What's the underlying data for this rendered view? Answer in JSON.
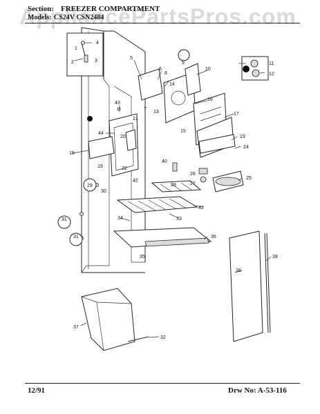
{
  "header": {
    "watermark": "AppliancePartsPros.com",
    "section_label": "Section:",
    "section_title": "FREEZER COMPARTMENT",
    "models_label": "Models:",
    "models_value": "CS24V   CSN2484"
  },
  "footer": {
    "date": "12/91",
    "drawing_no": "Drw No: A-53-116"
  },
  "callouts": [
    "1",
    "2",
    "3",
    "4",
    "5",
    "6",
    "7",
    "8",
    "9",
    "10",
    "11",
    "12",
    "13",
    "14",
    "15",
    "16",
    "17",
    "18",
    "19",
    "20",
    "21",
    "22",
    "23",
    "24",
    "25",
    "26",
    "27",
    "28",
    "29",
    "30",
    "31",
    "32",
    "33",
    "34",
    "35",
    "36",
    "37",
    "38",
    "39",
    "40",
    "41",
    "42",
    "43",
    "44"
  ]
}
